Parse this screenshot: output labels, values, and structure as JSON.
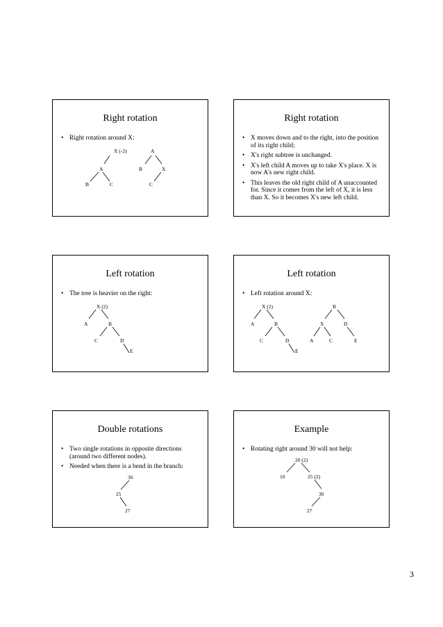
{
  "slides": [
    {
      "title": "Right rotation",
      "bullets": [
        "Right rotation around X:"
      ],
      "trees": {
        "left": {
          "root": "X (-2)",
          "a": "A",
          "b": "B",
          "c": "C"
        },
        "right": {
          "root": "A",
          "b": "B",
          "x": "X",
          "c": "C"
        }
      }
    },
    {
      "title": "Right rotation",
      "bullets": [
        "X moves down and to the right, into the position of its right child;",
        "X's right subtree is unchanged.",
        "X's left child A moves up to take X's place. X is now A's new right child.",
        "This leaves the old right child of A unaccounted for. Since it comes from the left of X, it is less than X. So it becomes X's new left child."
      ]
    },
    {
      "title": "Left rotation",
      "bullets": [
        "The tree is heavier on the right:"
      ],
      "tree": {
        "x": "X (2)",
        "a": "A",
        "b": "B",
        "c": "C",
        "d": "D",
        "e": "E"
      }
    },
    {
      "title": "Left rotation",
      "bullets": [
        "Left rotation around X:"
      ],
      "trees": {
        "left": {
          "x": "X (2)",
          "a": "A",
          "b": "B",
          "c": "C",
          "d": "D",
          "e": "E"
        },
        "right": {
          "b": "B",
          "x": "X",
          "d": "D",
          "a": "A",
          "c": "C",
          "e": "E"
        }
      }
    },
    {
      "title": "Double rotations",
      "bullets": [
        "Two single rotations in opposite directions (around two different nodes).",
        "Needed when there is a bend in the branch:"
      ],
      "tree": {
        "n30": "30",
        "n25": "25",
        "n27": "27"
      }
    },
    {
      "title": "Example",
      "bullets": [
        "Rotating right around 30 will not help:"
      ],
      "tree": {
        "n20": "20 (2)",
        "n10": "10",
        "n25": "25 (2)",
        "n30": "30",
        "n27": "27"
      }
    }
  ],
  "page_number": "3"
}
